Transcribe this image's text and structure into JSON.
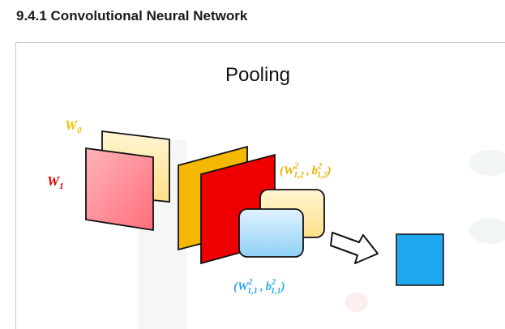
{
  "heading": "9.4.1 Convolutional Neural Network",
  "slide": {
    "title": "Pooling",
    "filters": {
      "w0": {
        "symbol": "W",
        "sub": "0"
      },
      "w1": {
        "symbol": "W",
        "sub": "1"
      }
    },
    "params": {
      "top": {
        "w": "W",
        "w_sup": "2",
        "w_sub": "1,2",
        "sep": ",",
        "b": "b",
        "b_sup": "2",
        "b_sub": "1,2"
      },
      "bottom": {
        "w": "W",
        "w_sup": "2",
        "w_sub": "1,1",
        "sep": ",",
        "b": "b",
        "b_sup": "2",
        "b_sub": "1,1"
      }
    }
  },
  "colors": {
    "w0_label": "#f2c200",
    "w1_label": "#e00000",
    "top_params_label": "#e8b000",
    "bottom_params_label": "#2aa8e8",
    "output_square": "#1fa8f0",
    "pink_filter": "#ff8a95",
    "cream_filter": "#ffe7a0",
    "orange_map": "#f5b800",
    "red_map": "#ee0000",
    "light_blue_map": "#a9dcf8"
  },
  "icons": {
    "arrow": "outline-right-arrow-icon"
  }
}
